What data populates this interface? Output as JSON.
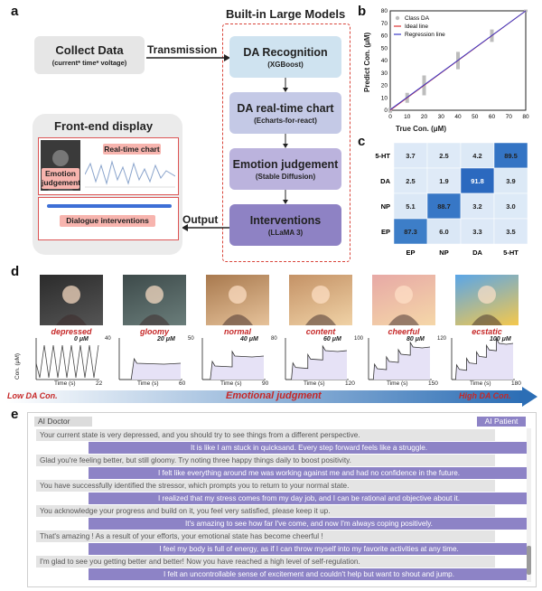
{
  "panels": {
    "a": "a",
    "b": "b",
    "c": "c",
    "d": "d",
    "e": "e"
  },
  "panel_a": {
    "models_title": "Built-in Large Models",
    "collect_title": "Collect Data",
    "collect_sub": "(current* time* voltage)",
    "transmission": "Transmission",
    "output": "Output",
    "front_title": "Front-end display",
    "emotion_judgement": "Emotion judgement",
    "realtime_chart": "Real-time chart",
    "dialogue": "Dialogue interventions",
    "models": [
      {
        "title": "DA Recognition",
        "sub": "(XGBoost)",
        "color": "#cfe3f0"
      },
      {
        "title": "DA real-time chart",
        "sub": "(Echarts-for-react)",
        "color": "#c4c9e6"
      },
      {
        "title": "Emotion judgement",
        "sub": "(Stable Diffusion)",
        "color": "#bbb3dd"
      },
      {
        "title": "Interventions",
        "sub": "(LLaMA 3)",
        "color": "#8e82c4"
      }
    ]
  },
  "chart_data": [
    {
      "type": "scatter",
      "panel": "b",
      "xlabel": "True Con. (μM)",
      "ylabel": "Predict Con. (μM)",
      "xlim": [
        0,
        80
      ],
      "ylim": [
        0,
        80
      ],
      "x_ticks": [
        "0",
        "10",
        "20",
        "30",
        "40",
        "50",
        "60",
        "70",
        "80"
      ],
      "y_ticks": [
        "0",
        "10",
        "20",
        "30",
        "40",
        "50",
        "60",
        "70",
        "80"
      ],
      "legend": [
        "Class DA",
        "Ideal line",
        "Regression line"
      ],
      "legend_colors": [
        "#bbbbbb",
        "#d33",
        "#3b3bc8"
      ],
      "points": [
        [
          0,
          0
        ],
        [
          10,
          10
        ],
        [
          20,
          20
        ],
        [
          40,
          40
        ],
        [
          60,
          60
        ],
        [
          80,
          80
        ]
      ],
      "spread": [
        [
          0,
          2
        ],
        [
          10,
          4
        ],
        [
          20,
          8
        ],
        [
          40,
          7
        ],
        [
          60,
          5
        ],
        [
          80,
          1
        ]
      ]
    },
    {
      "type": "heatmap",
      "panel": "c",
      "rows": [
        "5-HT",
        "DA",
        "NP",
        "EP"
      ],
      "cols": [
        "EP",
        "NP",
        "DA",
        "5-HT"
      ],
      "values": [
        [
          3.7,
          2.5,
          4.2,
          89.5
        ],
        [
          2.5,
          1.9,
          91.8,
          3.9
        ],
        [
          5.1,
          88.7,
          3.2,
          3.0
        ],
        [
          87.3,
          6.0,
          3.3,
          3.5
        ]
      ]
    }
  ],
  "panel_d": {
    "emotions": [
      "depressed",
      "gloomy",
      "normal",
      "content",
      "cheerful",
      "ecstatic"
    ],
    "conc": [
      "0 μM",
      "20 μM",
      "40 μM",
      "60 μM",
      "80 μM",
      "100 μM"
    ],
    "end_ticks": [
      "22",
      "60",
      "90",
      "120",
      "150",
      "180"
    ],
    "ylabel": "Con. (μM)",
    "xlabel": "Time (s)",
    "y_max_ticks": [
      "",
      "40",
      "50",
      "80",
      "100",
      "120"
    ],
    "low": "Low DA Con.",
    "mid": "Emotional judgment",
    "high": "High DA Con."
  },
  "panel_e": {
    "doctor": "AI Doctor",
    "patient": "AI Patient",
    "dialog": [
      {
        "who": "doc",
        "text": "Your current state is very depressed, and you should try to see things from a different perspective."
      },
      {
        "who": "pat",
        "text": "It is like I am stuck in quicksand. Every step forward feels like a struggle."
      },
      {
        "who": "doc",
        "text": "Glad you're feeling better, but still gloomy. Try noting three happy things daily to boost positivity."
      },
      {
        "who": "pat",
        "text": "I felt like everything around me was working against me and had no confidence in the future."
      },
      {
        "who": "doc",
        "text": "You have successfully identified the stressor, which prompts you to return to your normal state."
      },
      {
        "who": "pat",
        "text": "I realized that my stress comes from my day job, and I can be rational and objective about it."
      },
      {
        "who": "doc",
        "text": "You acknowledge your progress and build on it, you feel very satisfied, please keep it up."
      },
      {
        "who": "pat",
        "text": "It's amazing to see how far I've come, and now I'm always coping positively."
      },
      {
        "who": "doc",
        "text": "That's amazing !  As a result of your efforts, your emotional state has become cheerful !"
      },
      {
        "who": "pat",
        "text": "I feel my body is full of energy, as if I can throw myself into my favorite activities at any time."
      },
      {
        "who": "doc",
        "text": "I'm glad to see you getting better and better! Now you have reached a high level of self-regulation."
      },
      {
        "who": "pat",
        "text": "I felt an uncontrollable sense of excitement and couldn't help but want to shout and jump."
      }
    ]
  }
}
